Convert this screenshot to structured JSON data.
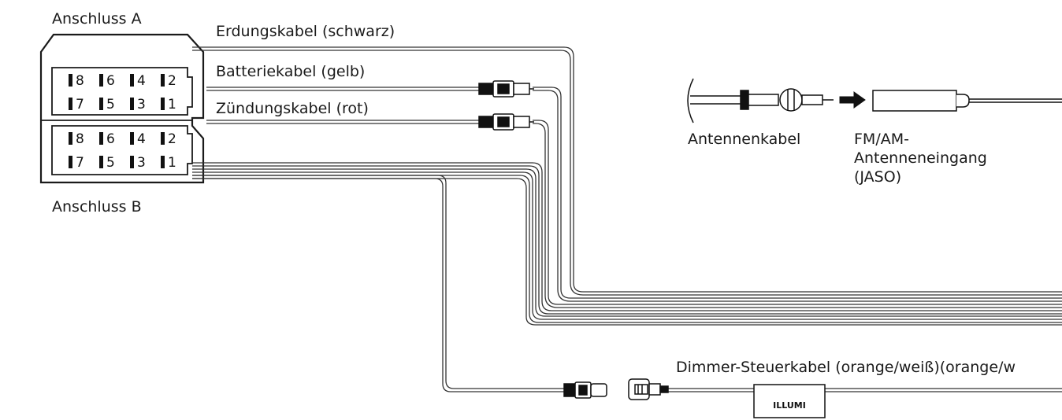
{
  "connectors": {
    "a_label": "Anschluss A",
    "b_label": "Anschluss B",
    "a_pins": [
      "8",
      "6",
      "4",
      "2",
      "7",
      "5",
      "3",
      "1"
    ],
    "b_pins": [
      "8",
      "6",
      "4",
      "2",
      "7",
      "5",
      "3",
      "1"
    ]
  },
  "wires": {
    "ground": "Erdungskabel (schwarz)",
    "battery": "Batteriekabel (gelb)",
    "ignition": "Zündungskabel (rot)",
    "dimmer": "Dimmer-Steuerkabel (orange/weiß)(orange/w"
  },
  "antenna": {
    "cable_label": "Antennenkabel",
    "input_line1": "FM/AM-",
    "input_line2": "Antenneneingang",
    "input_line3": "(JASO)"
  },
  "illumi_box": "ILLUMI"
}
